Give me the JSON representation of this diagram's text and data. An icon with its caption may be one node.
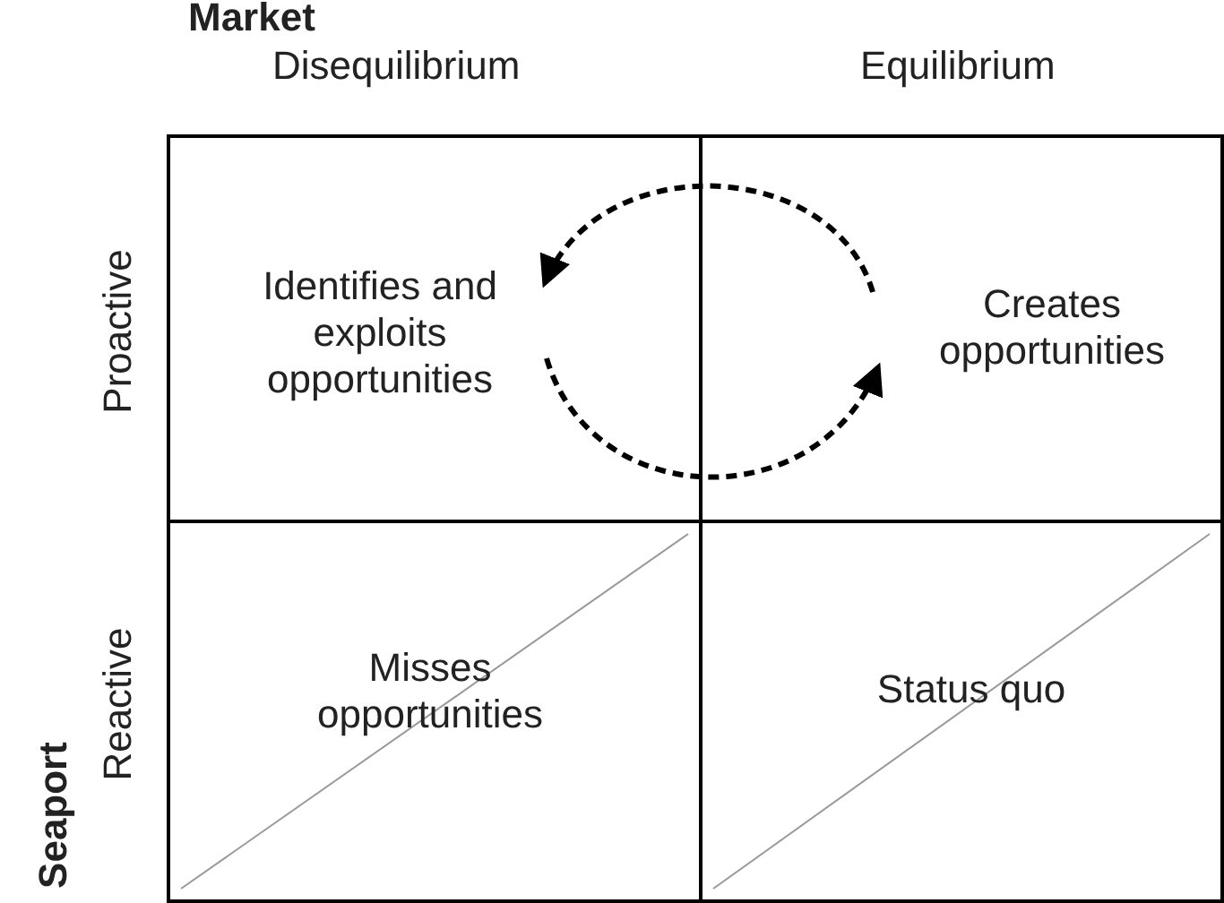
{
  "diagram": {
    "nodes": [
      {
        "text": [
          "Identifies and exploits opportunities"
        ]
      },
      {
        "text": [
          "Creates opportunities"
        ]
      },
      {
        "text": [
          "Misses opportunities"
        ]
      },
      {
        "text": [
          "Status quo"
        ]
      }
    ],
    "edges": [
      {
        "from": 1,
        "to": 0,
        "arrow": "to",
        "style": "dashed"
      },
      {
        "from": 0,
        "to": 1,
        "arrow": "to",
        "style": "dashed"
      }
    ],
    "labels": [
      "Market",
      "Disequilibrium",
      "Equilibrium",
      "Proactive",
      "Seaport",
      "Reactive"
    ]
  }
}
